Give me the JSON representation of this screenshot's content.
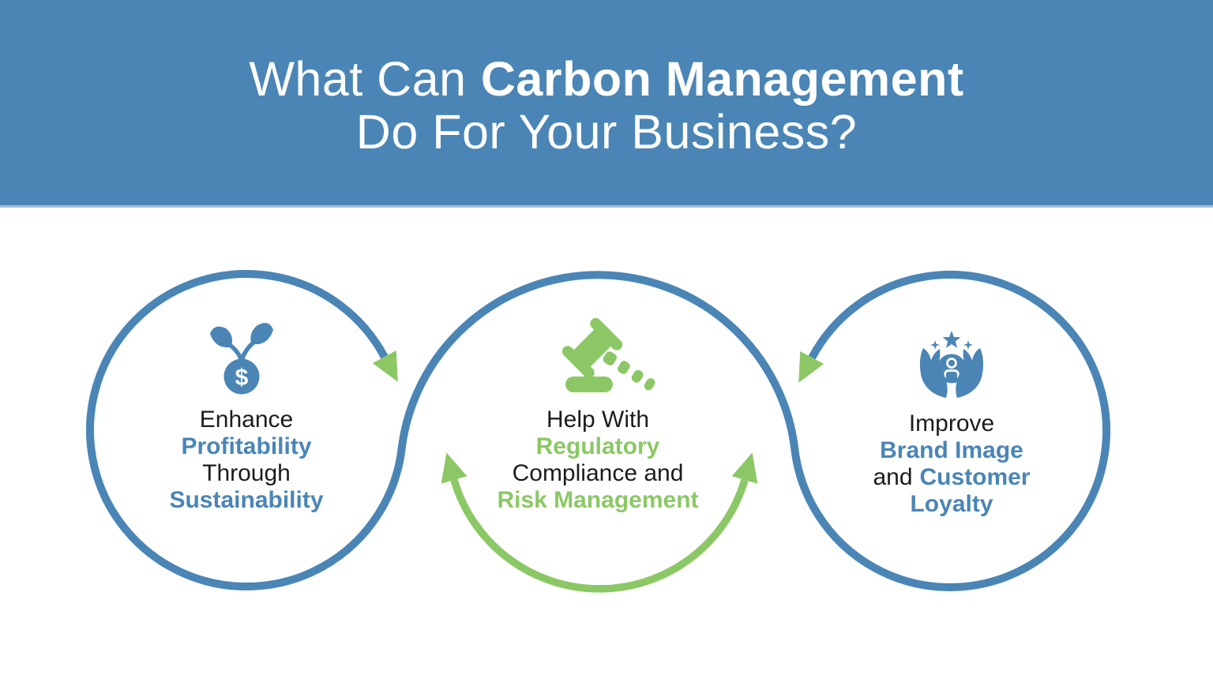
{
  "header": {
    "title_line1_regular": "What Can",
    "title_line1_bold": "Carbon Management",
    "title_line2": "Do For Your Business?"
  },
  "colors": {
    "blue": "#4A85B6",
    "green": "#8BC865",
    "dark": "#1C1C1C",
    "header-underline": "#A3C2DC",
    "white": "#FFFFFF"
  },
  "icons": {
    "left": "money-sprout-icon",
    "middle": "gavel-icon",
    "right": "hands-customer-icon",
    "coin_symbol": "$"
  },
  "circles": {
    "left": {
      "line1": "Enhance",
      "line2": "Profitability",
      "line3": "Through",
      "line4": "Sustainability"
    },
    "middle": {
      "line1": "Help With",
      "line2": "Regulatory",
      "line3": "Compliance and",
      "line4": "Risk Management"
    },
    "right": {
      "line1": "Improve",
      "line2": "Brand Image",
      "line3_dark": "and",
      "line3_blue": "Customer",
      "line4": "Loyalty"
    }
  }
}
